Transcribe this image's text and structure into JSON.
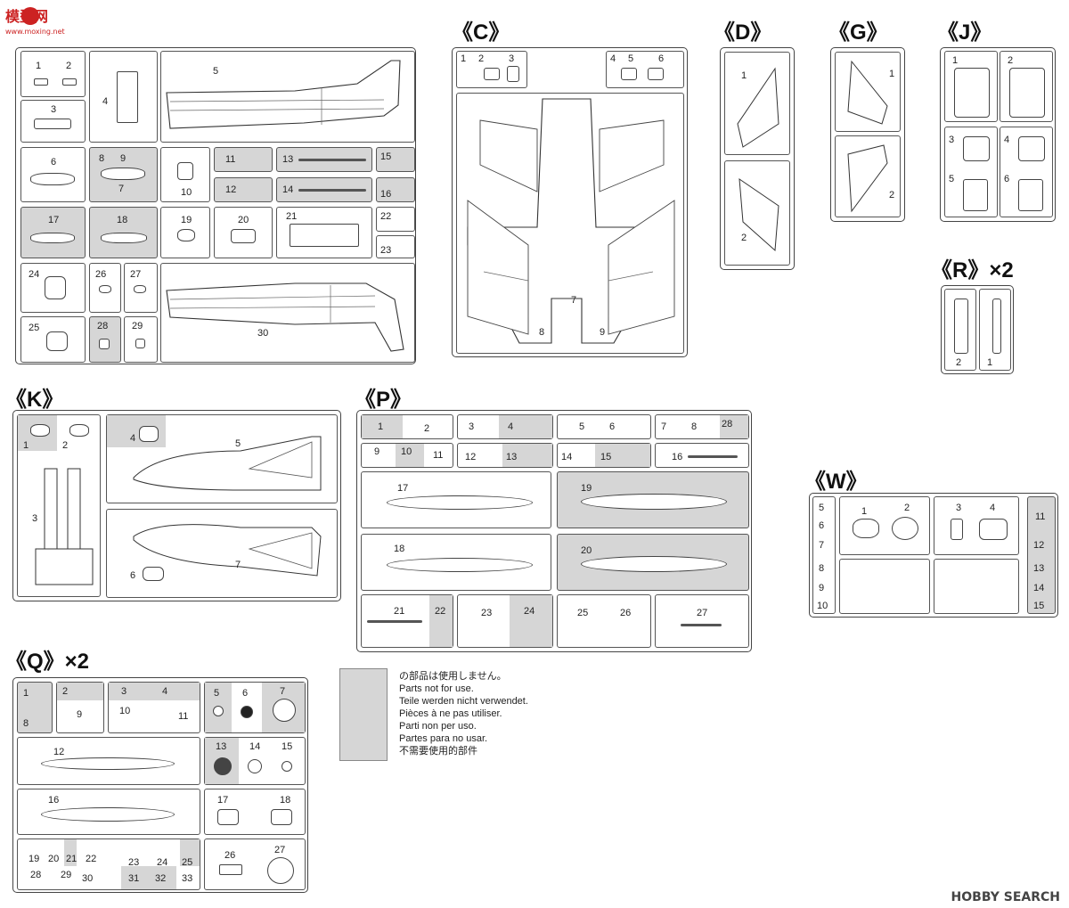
{
  "logo": {
    "text": "模型网",
    "url_text": "www.moxing.net"
  },
  "watermark": "HOBBY SEARCH",
  "groups": {
    "C": {
      "title": "《C》"
    },
    "D": {
      "title": "《D》"
    },
    "G": {
      "title": "《G》"
    },
    "J": {
      "title": "《J》"
    },
    "R": {
      "title": "《R》×2"
    },
    "K": {
      "title": "《K》"
    },
    "P": {
      "title": "《P》"
    },
    "W": {
      "title": "《W》"
    },
    "Q": {
      "title": "《Q》×2"
    }
  },
  "sprueA": {
    "labels": [
      "1",
      "2",
      "3",
      "4",
      "5",
      "6",
      "7",
      "8",
      "9",
      "10",
      "11",
      "12",
      "13",
      "14",
      "15",
      "16",
      "17",
      "18",
      "19",
      "20",
      "21",
      "22",
      "23",
      "24",
      "25",
      "26",
      "27",
      "28",
      "29",
      "30"
    ]
  },
  "sprueC": {
    "labels": [
      "1",
      "2",
      "3",
      "4",
      "5",
      "6",
      "7",
      "8",
      "9"
    ]
  },
  "sprueD": {
    "labels": [
      "1",
      "2"
    ]
  },
  "sprueG": {
    "labels": [
      "1",
      "2"
    ]
  },
  "sprueJ": {
    "labels": [
      "1",
      "2",
      "3",
      "4",
      "5",
      "6"
    ]
  },
  "sprueR": {
    "labels": [
      "2",
      "1"
    ]
  },
  "sprueK": {
    "labels": [
      "1",
      "2",
      "3",
      "4",
      "5",
      "6",
      "7"
    ]
  },
  "sprueP": {
    "labels": [
      "1",
      "2",
      "3",
      "4",
      "5",
      "6",
      "7",
      "8",
      "28",
      "9",
      "10",
      "11",
      "12",
      "13",
      "14",
      "15",
      "16",
      "17",
      "19",
      "18",
      "20",
      "21",
      "22",
      "23",
      "24",
      "25",
      "26",
      "27"
    ]
  },
  "sprueW": {
    "labels": [
      "5",
      "6",
      "7",
      "8",
      "9",
      "10",
      "1",
      "2",
      "3",
      "4",
      "11",
      "12",
      "13",
      "14",
      "15"
    ]
  },
  "sprueQ": {
    "labels": [
      "1",
      "2",
      "3",
      "4",
      "5",
      "6",
      "7",
      "8",
      "9",
      "10",
      "11",
      "12",
      "13",
      "14",
      "15",
      "16",
      "17",
      "18",
      "19",
      "20",
      "21",
      "22",
      "23",
      "24",
      "25",
      "26",
      "27",
      "28",
      "29",
      "30",
      "31",
      "32",
      "33"
    ]
  },
  "legend": {
    "lines": [
      "の部品は使用しません。",
      "Parts not for use.",
      "Teile werden nicht verwendet.",
      "Pièces à ne pas utiliser.",
      "Parti non per uso.",
      "Partes para no usar.",
      "不需要使用的部件"
    ]
  }
}
